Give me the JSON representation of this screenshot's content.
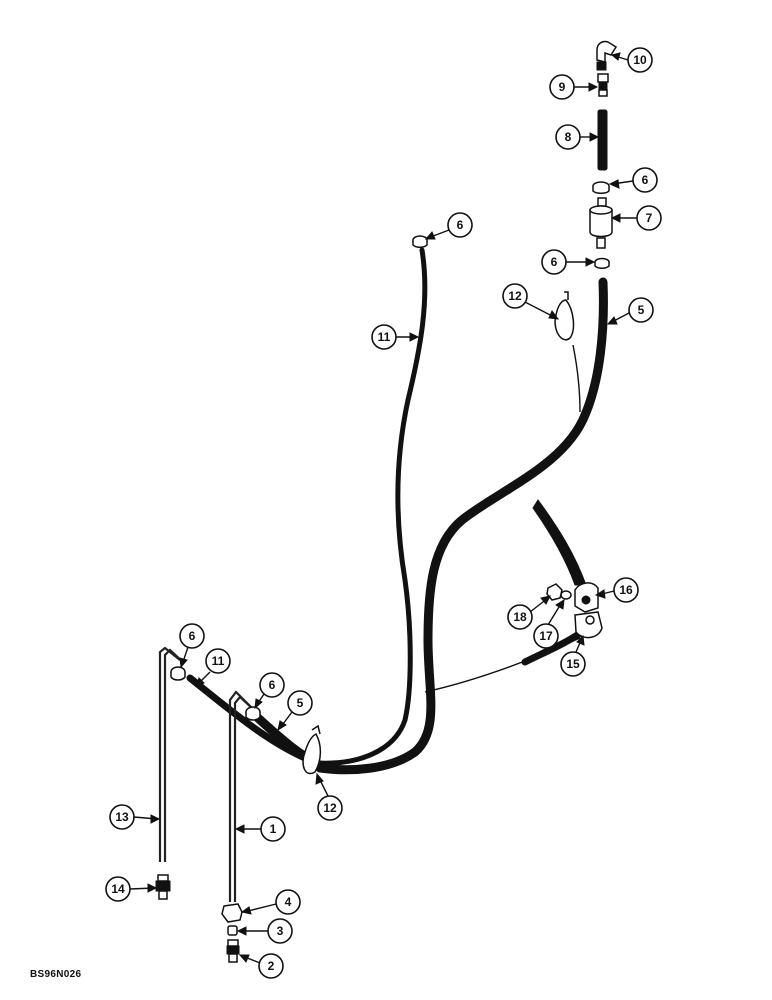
{
  "figure_code": "BS96N026",
  "callouts": [
    {
      "id": "c10",
      "label": "10"
    },
    {
      "id": "c9",
      "label": "9"
    },
    {
      "id": "c8",
      "label": "8"
    },
    {
      "id": "c6a",
      "label": "6"
    },
    {
      "id": "c7",
      "label": "7"
    },
    {
      "id": "c6b",
      "label": "6"
    },
    {
      "id": "c6c",
      "label": "6"
    },
    {
      "id": "c12a",
      "label": "12"
    },
    {
      "id": "c5a",
      "label": "5"
    },
    {
      "id": "c11a",
      "label": "11"
    },
    {
      "id": "c16",
      "label": "16"
    },
    {
      "id": "c18",
      "label": "18"
    },
    {
      "id": "c17",
      "label": "17"
    },
    {
      "id": "c15",
      "label": "15"
    },
    {
      "id": "c6d",
      "label": "6"
    },
    {
      "id": "c11b",
      "label": "11"
    },
    {
      "id": "c6e",
      "label": "6"
    },
    {
      "id": "c5b",
      "label": "5"
    },
    {
      "id": "c12b",
      "label": "12"
    },
    {
      "id": "c13",
      "label": "13"
    },
    {
      "id": "c1",
      "label": "1"
    },
    {
      "id": "c14",
      "label": "14"
    },
    {
      "id": "c4",
      "label": "4"
    },
    {
      "id": "c3",
      "label": "3"
    },
    {
      "id": "c2",
      "label": "2"
    }
  ]
}
